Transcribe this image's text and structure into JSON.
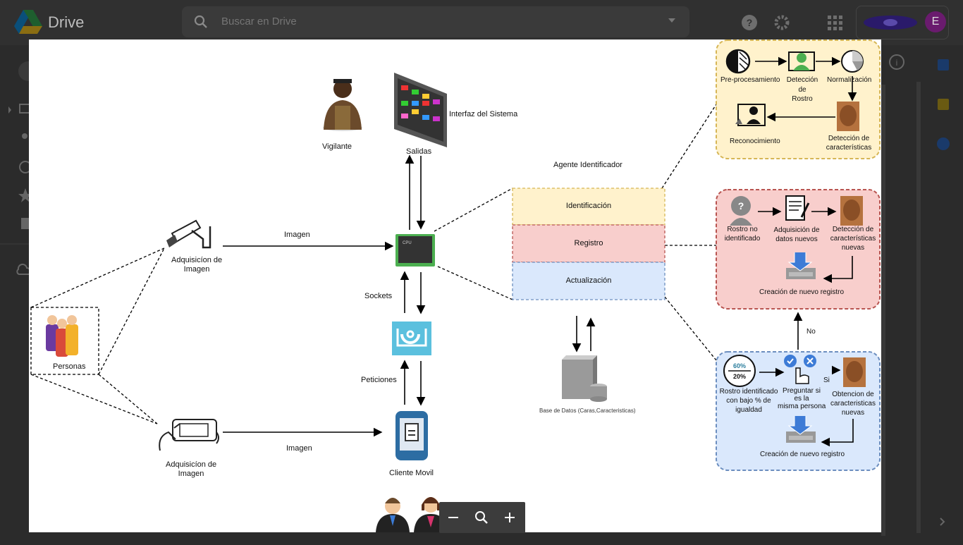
{
  "app": {
    "name": "Drive"
  },
  "search": {
    "placeholder": "Buscar en Drive"
  },
  "user": {
    "initial": "E",
    "avatar_color": "#6a1b6e"
  },
  "diagram": {
    "vigilante": "Vigilante",
    "interfaz": "Interfaz del Sistema",
    "salidas": "Salidas",
    "imagen_top": "Imagen",
    "imagen_bottom": "Imagen",
    "adq_camera_1": "Adquisicíon de",
    "adq_camera_2": "Imagen",
    "adq_phone_1": "Adquisicíon de",
    "adq_phone_2": "Imagen",
    "personas": "Personas",
    "sockets": "Sockets",
    "peticiones": "Peticiones",
    "cliente_movil": "Cliente Movil",
    "agente": "Agente Identificador",
    "identificacion": "Identificación",
    "registro": "Registro",
    "actualizacion": "Actualización",
    "base_datos": "Base de Datos (Caras,Caracteristicas)",
    "cpu_chip": "CPU",
    "id_box": {
      "preproc": "Pre-procesamiento",
      "deteccion_1": "Detección",
      "deteccion_2": "de",
      "deteccion_3": "Rostro",
      "normalizacion": "Normalización",
      "reconocimiento": "Reconocimiento",
      "det_caract_1": "Detección de",
      "det_caract_2": "características"
    },
    "reg_box": {
      "rostro_1": "Rostro no",
      "rostro_2": "identificado",
      "adq_1": "Adquisición de",
      "adq_2": "datos nuevos",
      "det_1": "Detección de",
      "det_2": "características",
      "det_3": "nuevas",
      "creacion": "Creación de nuevo registro"
    },
    "upd_box": {
      "pct_top": "60%",
      "pct_bottom": "20%",
      "rostro_1": "Rostro identificado",
      "rostro_2": "con bajo % de",
      "rostro_3": "igualdad",
      "preg_1": "Preguntar si",
      "preg_2": "es la",
      "preg_3": "misma persona",
      "si": "Si",
      "obt_1": "Obtencion de",
      "obt_2": "caracteristicas",
      "obt_3": "nuevas",
      "creacion": "Creación de nuevo registro"
    },
    "no": "No"
  },
  "colors": {
    "identificacion_fill": "#fff2cc",
    "identificacion_border": "#d6b656",
    "registro_fill": "#f8cecc",
    "registro_border": "#b85450",
    "actualizacion_fill": "#dae8fc",
    "actualizacion_border": "#6c8ebf"
  }
}
